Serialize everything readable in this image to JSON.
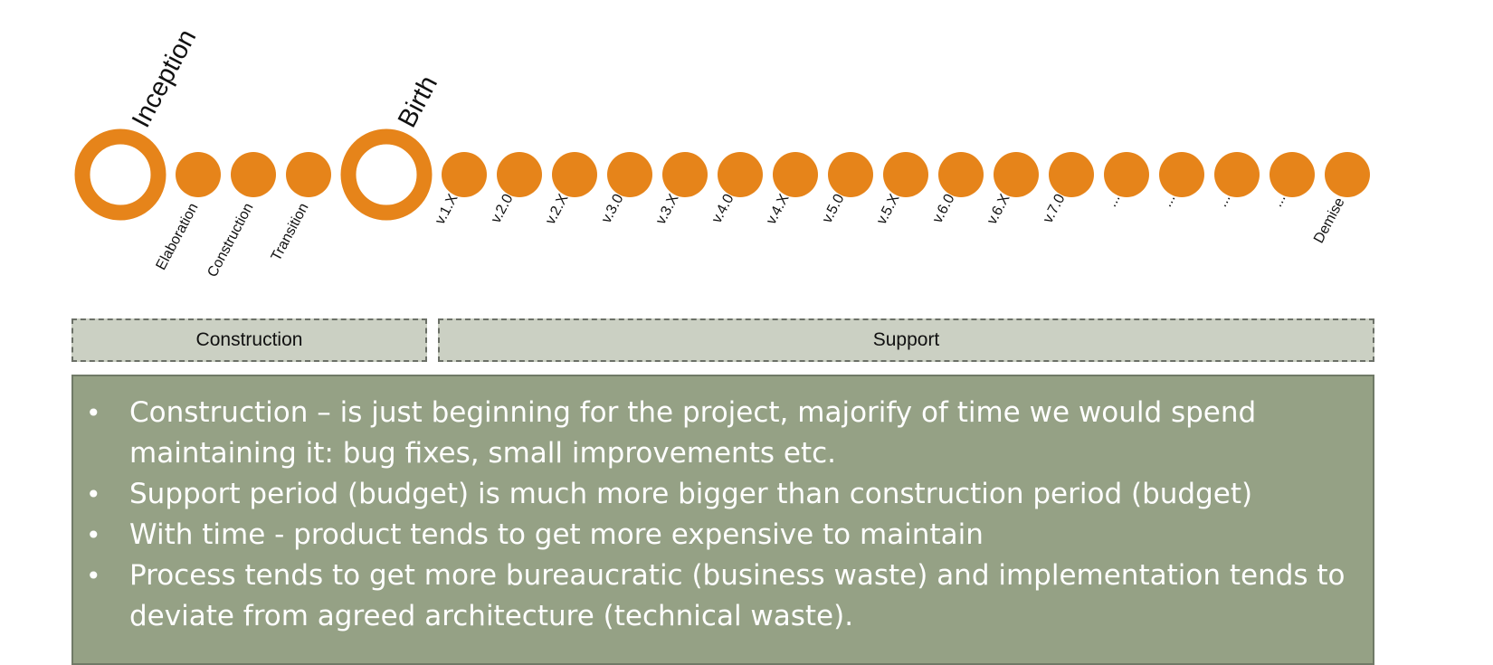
{
  "timeline": {
    "color": "#e6841a",
    "milestones": [
      "Inception",
      "Birth"
    ],
    "construction_steps": [
      "Elaboration",
      "Construction",
      "Transition"
    ],
    "versions": [
      "v.1.X",
      "v.2.0",
      "v.2.X",
      "v.3.0",
      "v.3.X",
      "v.4.0",
      "v.4.X",
      "v.5.0",
      "v.5.X",
      "v.6.0",
      "v.6.X",
      "v.7.0",
      "...",
      "...",
      "...",
      "...",
      "Demise"
    ]
  },
  "phases": {
    "construction": "Construction",
    "support": "Support"
  },
  "notes": {
    "background": "#95a185",
    "bullet": "•",
    "items": [
      "Construction – is just beginning for the project, majorify of time we would spend maintaining it: bug fixes, small improvements etc.",
      "Support period (budget) is much more bigger than construction period (budget)",
      "With time - product tends to get more expensive to maintain",
      "Process tends to get more bureaucratic (business waste) and implementation tends to deviate from agreed architecture (technical waste)."
    ]
  }
}
